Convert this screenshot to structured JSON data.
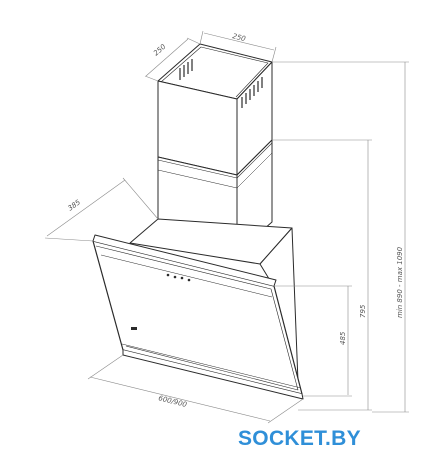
{
  "dimensions": {
    "chimney_depth": "250",
    "chimney_width": "250",
    "hood_depth": "385",
    "width": "600/900",
    "height_panel": "485",
    "height_total": "795",
    "height_range": "min 890 - max 1090"
  },
  "brand": {
    "text": "SOCKET.BY"
  },
  "colors": {
    "line": "#2b2b2b",
    "dim_line": "#8a8a8a",
    "brand": "#2f8fd8"
  }
}
